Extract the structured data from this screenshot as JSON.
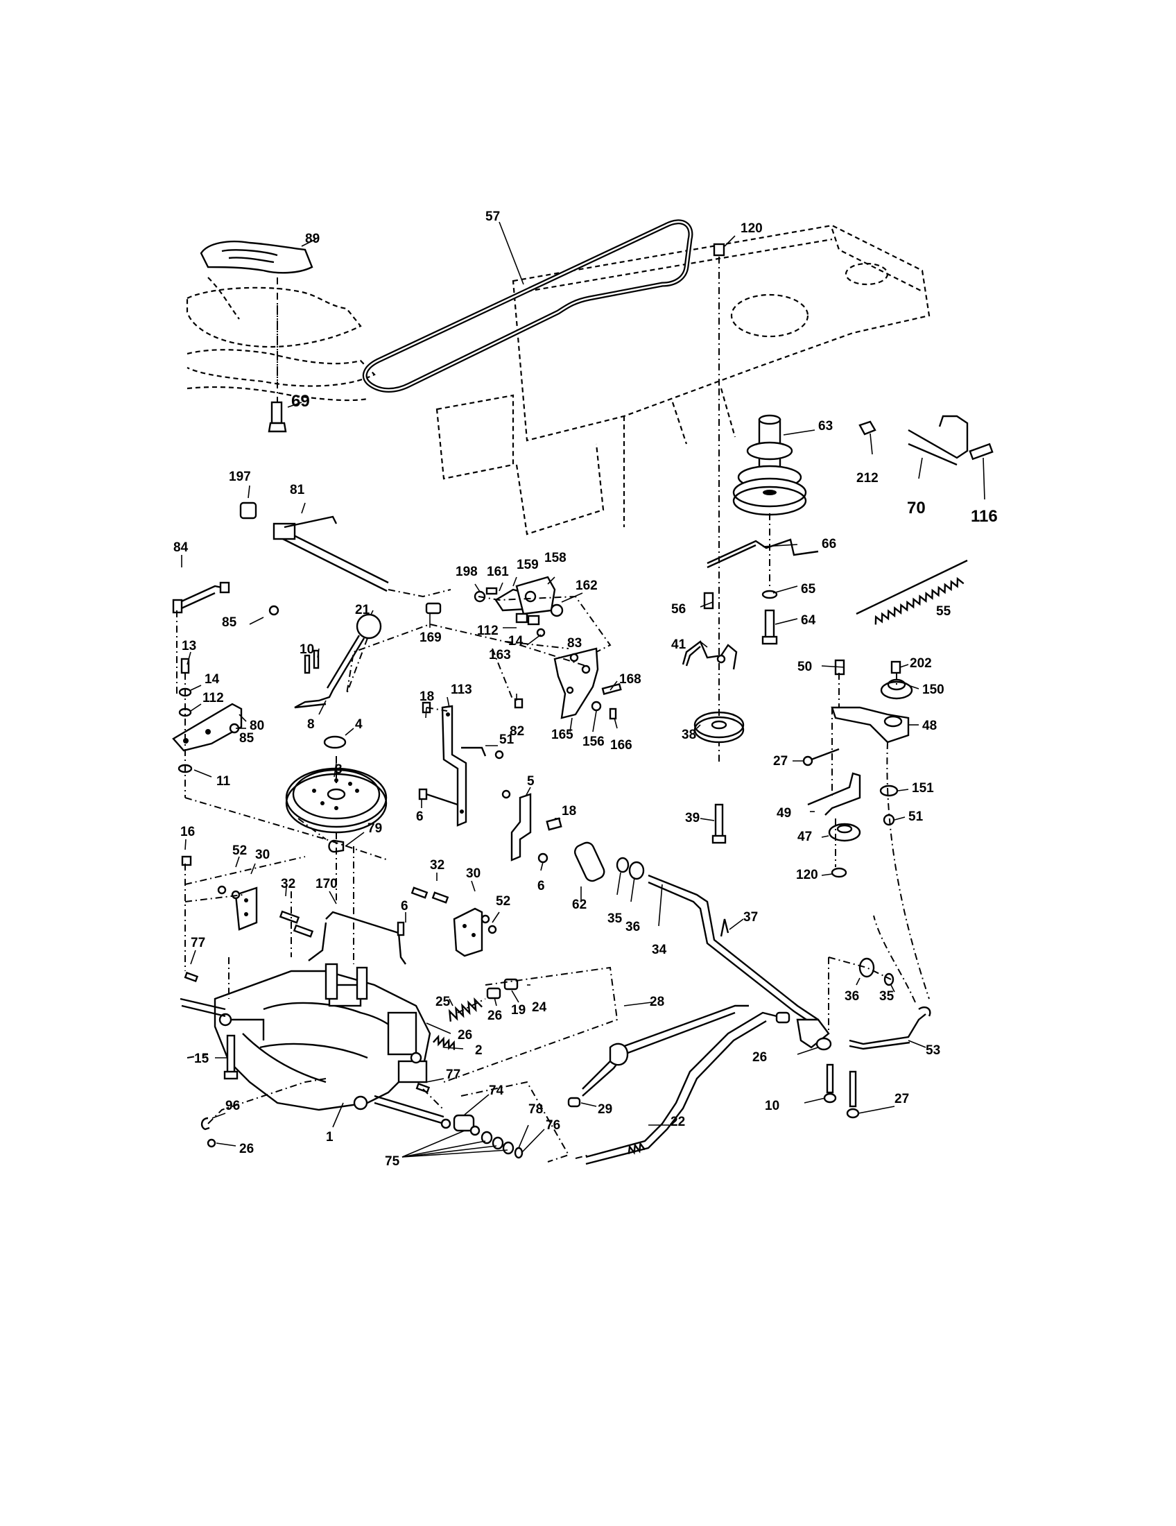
{
  "parts": [
    {
      "id": "89",
      "label": "89"
    },
    {
      "id": "57",
      "label": "57"
    },
    {
      "id": "120a",
      "label": "120"
    },
    {
      "id": "69",
      "label": "69"
    },
    {
      "id": "63",
      "label": "63"
    },
    {
      "id": "212",
      "label": "212"
    },
    {
      "id": "70",
      "label": "70"
    },
    {
      "id": "116",
      "label": "116"
    },
    {
      "id": "197",
      "label": "197"
    },
    {
      "id": "81",
      "label": "81"
    },
    {
      "id": "84",
      "label": "84"
    },
    {
      "id": "85a",
      "label": "85"
    },
    {
      "id": "21",
      "label": "21"
    },
    {
      "id": "169",
      "label": "169"
    },
    {
      "id": "198",
      "label": "198"
    },
    {
      "id": "161",
      "label": "161"
    },
    {
      "id": "159",
      "label": "159"
    },
    {
      "id": "158",
      "label": "158"
    },
    {
      "id": "162",
      "label": "162"
    },
    {
      "id": "112a",
      "label": "112"
    },
    {
      "id": "14a",
      "label": "14"
    },
    {
      "id": "83",
      "label": "83"
    },
    {
      "id": "163",
      "label": "163"
    },
    {
      "id": "66",
      "label": "66"
    },
    {
      "id": "56",
      "label": "56"
    },
    {
      "id": "65",
      "label": "65"
    },
    {
      "id": "64",
      "label": "64"
    },
    {
      "id": "55",
      "label": "55"
    },
    {
      "id": "41",
      "label": "41"
    },
    {
      "id": "13",
      "label": "13"
    },
    {
      "id": "10a",
      "label": "10"
    },
    {
      "id": "14b",
      "label": "14"
    },
    {
      "id": "112b",
      "label": "112"
    },
    {
      "id": "80",
      "label": "80"
    },
    {
      "id": "8",
      "label": "8"
    },
    {
      "id": "85b",
      "label": "85"
    },
    {
      "id": "168",
      "label": "168"
    },
    {
      "id": "82",
      "label": "82"
    },
    {
      "id": "165",
      "label": "165"
    },
    {
      "id": "156",
      "label": "156"
    },
    {
      "id": "166",
      "label": "166"
    },
    {
      "id": "18a",
      "label": "18"
    },
    {
      "id": "113",
      "label": "113"
    },
    {
      "id": "4",
      "label": "4"
    },
    {
      "id": "3",
      "label": "3"
    },
    {
      "id": "11",
      "label": "11"
    },
    {
      "id": "51a",
      "label": "51"
    },
    {
      "id": "6a",
      "label": "6"
    },
    {
      "id": "5",
      "label": "5"
    },
    {
      "id": "18b",
      "label": "18"
    },
    {
      "id": "6b",
      "label": "6"
    },
    {
      "id": "79",
      "label": "79"
    },
    {
      "id": "50",
      "label": "50"
    },
    {
      "id": "202",
      "label": "202"
    },
    {
      "id": "150",
      "label": "150"
    },
    {
      "id": "48",
      "label": "48"
    },
    {
      "id": "38",
      "label": "38"
    },
    {
      "id": "27a",
      "label": "27"
    },
    {
      "id": "151",
      "label": "151"
    },
    {
      "id": "49",
      "label": "49"
    },
    {
      "id": "51b",
      "label": "51"
    },
    {
      "id": "39",
      "label": "39"
    },
    {
      "id": "47",
      "label": "47"
    },
    {
      "id": "120b",
      "label": "120"
    },
    {
      "id": "16",
      "label": "16"
    },
    {
      "id": "52a",
      "label": "52"
    },
    {
      "id": "30a",
      "label": "30"
    },
    {
      "id": "32a",
      "label": "32"
    },
    {
      "id": "170",
      "label": "170"
    },
    {
      "id": "32b",
      "label": "32"
    },
    {
      "id": "30b",
      "label": "30"
    },
    {
      "id": "52b",
      "label": "52"
    },
    {
      "id": "6c",
      "label": "6"
    },
    {
      "id": "62",
      "label": "62"
    },
    {
      "id": "35a",
      "label": "35"
    },
    {
      "id": "36a",
      "label": "36"
    },
    {
      "id": "34",
      "label": "34"
    },
    {
      "id": "37",
      "label": "37"
    },
    {
      "id": "77a",
      "label": "77"
    },
    {
      "id": "25",
      "label": "25"
    },
    {
      "id": "26a",
      "label": "26"
    },
    {
      "id": "19",
      "label": "19"
    },
    {
      "id": "24",
      "label": "24"
    },
    {
      "id": "26b",
      "label": "26"
    },
    {
      "id": "2",
      "label": "2"
    },
    {
      "id": "28",
      "label": "28"
    },
    {
      "id": "36b",
      "label": "36"
    },
    {
      "id": "35b",
      "label": "35"
    },
    {
      "id": "53",
      "label": "53"
    },
    {
      "id": "15",
      "label": "15"
    },
    {
      "id": "77b",
      "label": "77"
    },
    {
      "id": "26c",
      "label": "26"
    },
    {
      "id": "96",
      "label": "96"
    },
    {
      "id": "74",
      "label": "74"
    },
    {
      "id": "29",
      "label": "29"
    },
    {
      "id": "22",
      "label": "22"
    },
    {
      "id": "10b",
      "label": "10"
    },
    {
      "id": "27b",
      "label": "27"
    },
    {
      "id": "1",
      "label": "1"
    },
    {
      "id": "26d",
      "label": "26"
    },
    {
      "id": "78",
      "label": "78"
    },
    {
      "id": "76",
      "label": "76"
    },
    {
      "id": "75",
      "label": "75"
    }
  ]
}
